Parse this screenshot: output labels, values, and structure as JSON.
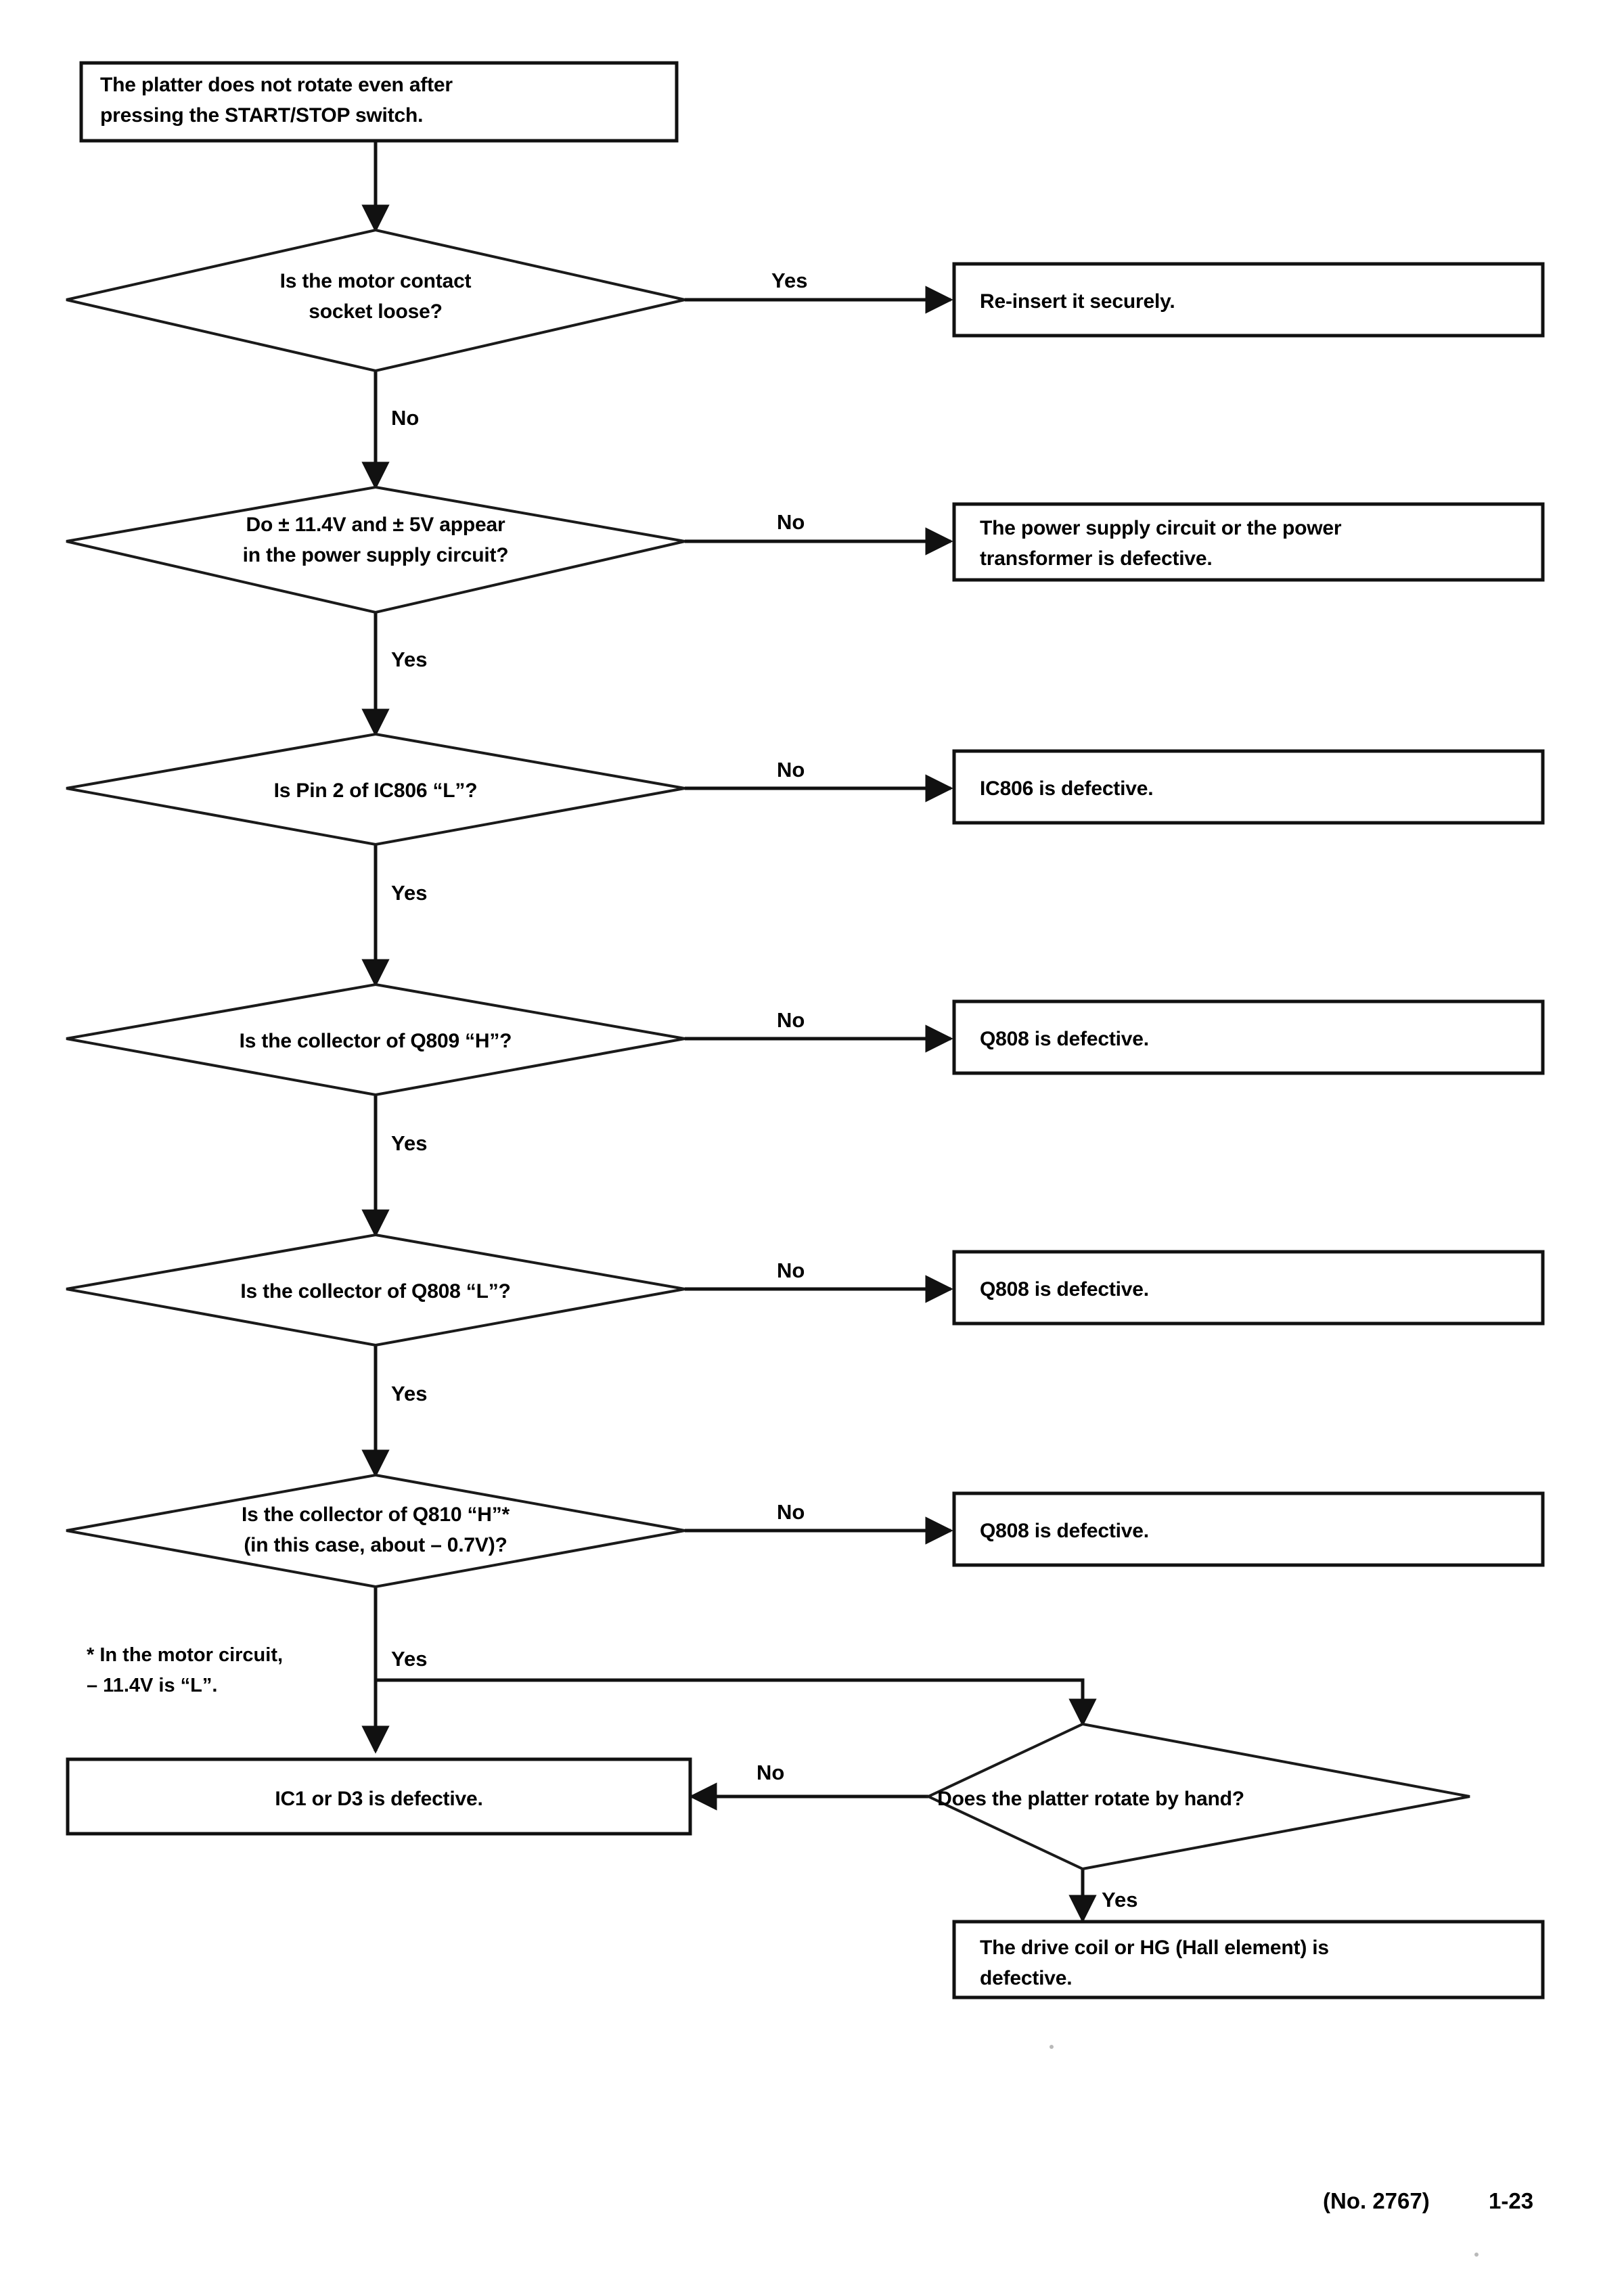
{
  "document": {
    "type": "troubleshooting-flowchart",
    "footer": {
      "publication_number": "(No. 2767)",
      "page_number": "1-23"
    },
    "footnote": {
      "line1": "* In the motor circuit,",
      "line2": "– 11.4V is “L”."
    }
  },
  "nodes": {
    "start": {
      "shape": "box",
      "line1": "The platter does not rotate even after",
      "line2": "pressing the START/STOP switch."
    },
    "d1": {
      "shape": "diamond",
      "line1": "Is the motor contact",
      "line2": "socket loose?"
    },
    "r1": {
      "shape": "box",
      "line1": "Re-insert it securely.",
      "line2": ""
    },
    "d2": {
      "shape": "diamond",
      "line1": "Do ± 11.4V and ± 5V appear",
      "line2": "in the power supply circuit?"
    },
    "r2": {
      "shape": "box",
      "line1": "The power supply circuit or the power",
      "line2": "transformer is defective."
    },
    "d3": {
      "shape": "diamond",
      "line1": "Is Pin 2 of IC806 “L”?",
      "line2": ""
    },
    "r3": {
      "shape": "box",
      "line1": "IC806 is defective.",
      "line2": ""
    },
    "d4": {
      "shape": "diamond",
      "line1": "Is the collector of Q809 “H”?",
      "line2": ""
    },
    "r4": {
      "shape": "box",
      "line1": "Q808 is defective.",
      "line2": ""
    },
    "d5": {
      "shape": "diamond",
      "line1": "Is the collector of Q808 “L”?",
      "line2": ""
    },
    "r5": {
      "shape": "box",
      "line1": "Q808 is defective.",
      "line2": ""
    },
    "d6": {
      "shape": "diamond",
      "line1": "Is the collector of Q810 “H”*",
      "line2": "(in this case, about – 0.7V)?"
    },
    "r6": {
      "shape": "box",
      "line1": "Q808 is defective.",
      "line2": ""
    },
    "d7": {
      "shape": "diamond",
      "line1": "Does the platter rotate by hand?",
      "line2": ""
    },
    "r7": {
      "shape": "box",
      "line1": "IC1 or D3 is defective.",
      "line2": ""
    },
    "r8": {
      "shape": "box",
      "line1": "The drive coil or HG (Hall element) is",
      "line2": "defective."
    }
  },
  "edge_labels": {
    "e1_yes": "Yes",
    "e1_no": "No",
    "e2_no": "No",
    "e2_yes": "Yes",
    "e3_no": "No",
    "e3_yes": "Yes",
    "e4_no": "No",
    "e4_yes": "Yes",
    "e5_no": "No",
    "e5_yes": "Yes",
    "e6_no": "No",
    "e6_yes": "Yes",
    "e7_no": "No",
    "e7_yes": "Yes"
  },
  "chart_data": {
    "type": "diagram",
    "title": "The platter does not rotate even after pressing the START/STOP switch.",
    "flow": [
      {
        "from": "start",
        "to": "d1",
        "label": ""
      },
      {
        "from": "d1",
        "to": "r1",
        "label": "Yes"
      },
      {
        "from": "d1",
        "to": "d2",
        "label": "No"
      },
      {
        "from": "d2",
        "to": "r2",
        "label": "No"
      },
      {
        "from": "d2",
        "to": "d3",
        "label": "Yes"
      },
      {
        "from": "d3",
        "to": "r3",
        "label": "No"
      },
      {
        "from": "d3",
        "to": "d4",
        "label": "Yes"
      },
      {
        "from": "d4",
        "to": "r4",
        "label": "No"
      },
      {
        "from": "d4",
        "to": "d5",
        "label": "Yes"
      },
      {
        "from": "d5",
        "to": "r5",
        "label": "No"
      },
      {
        "from": "d5",
        "to": "d6",
        "label": "Yes"
      },
      {
        "from": "d6",
        "to": "r6",
        "label": "No"
      },
      {
        "from": "d6",
        "to": "r7",
        "label": "Yes"
      },
      {
        "from": "d6",
        "to": "d7",
        "label": "Yes"
      },
      {
        "from": "d7",
        "to": "r7",
        "label": "No"
      },
      {
        "from": "d7",
        "to": "r8",
        "label": "Yes"
      }
    ]
  }
}
